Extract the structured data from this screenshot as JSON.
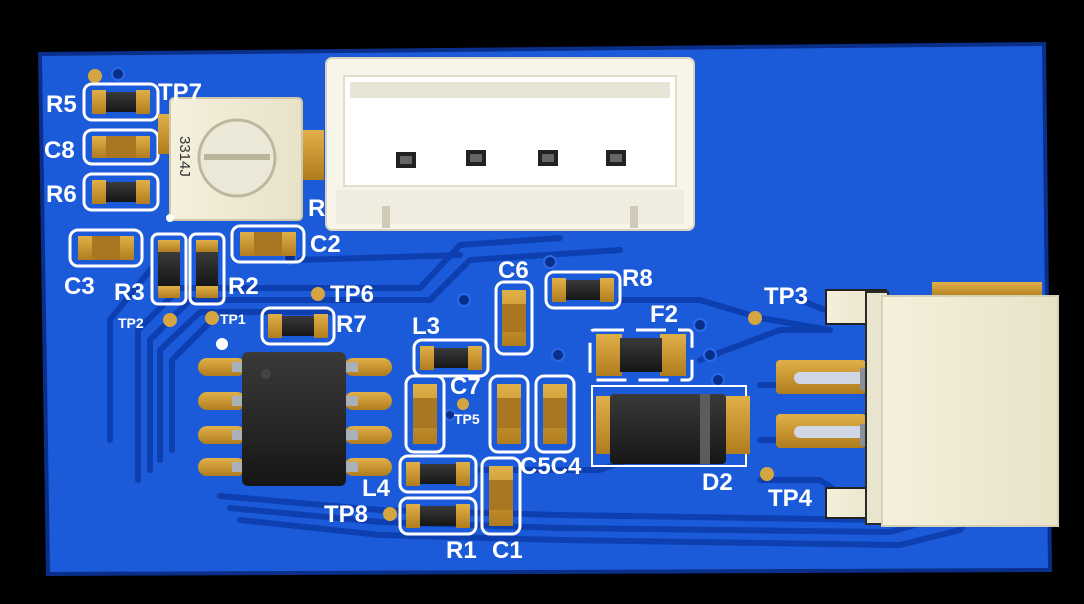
{
  "pcb": {
    "board_color": "#1a5ad8",
    "copper_color": "#0f48c4",
    "trace_color": "#0b3aa8",
    "pad_gold": "#c9952e",
    "silk_color": "#ffffff",
    "potentiometer_marking": "3314J",
    "labels": {
      "r5": "R5",
      "c8": "C8",
      "r6": "R6",
      "tp7": "TP7",
      "c3": "C3",
      "r3": "R3",
      "r2": "R2",
      "c2": "C2",
      "r_partial": "R",
      "tp2": "TP2",
      "tp1": "TP1",
      "tp6": "TP6",
      "r7": "R7",
      "l3": "L3",
      "c6": "C6",
      "r8": "R8",
      "f2": "F2",
      "tp3": "TP3",
      "c7": "C7",
      "tp5": "TP5",
      "c5c4": "C5C4",
      "d2": "D2",
      "tp4": "TP4",
      "l4": "L4",
      "tp8": "TP8",
      "r1": "R1",
      "c1": "C1"
    }
  }
}
